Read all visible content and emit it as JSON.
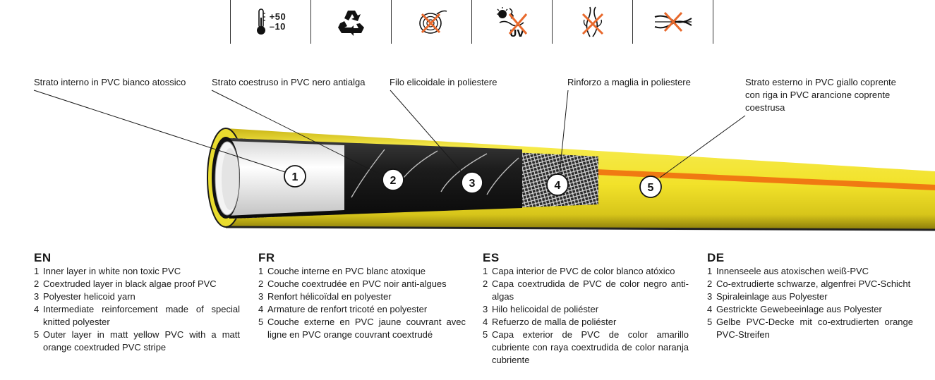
{
  "icons": [
    {
      "name": "temperature-range-icon",
      "lines": [
        "+50",
        "–10"
      ]
    },
    {
      "name": "recycle-icon"
    },
    {
      "name": "no-kinking-icon"
    },
    {
      "name": "uv-resistant-icon"
    },
    {
      "name": "no-algae-icon"
    },
    {
      "name": "no-twisting-icon"
    }
  ],
  "callouts": [
    {
      "number": "1",
      "text": "Strato interno in PVC bianco atossico"
    },
    {
      "number": "2",
      "text": "Strato coestruso in PVC nero antialga"
    },
    {
      "number": "3",
      "text": "Filo elicoidale in poliestere"
    },
    {
      "number": "4",
      "text": "Rinforzo a maglia in poliestere"
    },
    {
      "number": "5",
      "text": "Strato esterno in PVC giallo coprente con riga in PVC arancione coprente coestrusa"
    }
  ],
  "colors": {
    "outer_layer": "#f2e22a",
    "stripe": "#f07a12",
    "black_layer": "#1c1c1c",
    "inner_layer": "#f2f2f2"
  },
  "languages": [
    {
      "code": "EN",
      "items": [
        {
          "n": "1",
          "text": "Inner layer in white non toxic PVC"
        },
        {
          "n": "2",
          "text": "Coextruded layer in black algae proof PVC"
        },
        {
          "n": "3",
          "text": "Polyester helicoid yarn"
        },
        {
          "n": "4",
          "text": "Intermediate reinforcement made of special knitted polyester"
        },
        {
          "n": "5",
          "text": "Outer layer in matt yellow PVC with a matt orange coextruded PVC stripe"
        }
      ]
    },
    {
      "code": "FR",
      "items": [
        {
          "n": "1",
          "text": "Couche interne en PVC blanc atoxique"
        },
        {
          "n": "2",
          "text": "Couche coextrudée en PVC noir anti-algues"
        },
        {
          "n": "3",
          "text": "Renfort hélicoïdal en polyester"
        },
        {
          "n": "4",
          "text": "Armature de renfort tricoté en polyester"
        },
        {
          "n": "5",
          "text": "Couche externe en PVC jaune couvrant avec ligne en PVC orange couvrant coextrudé"
        }
      ]
    },
    {
      "code": "ES",
      "items": [
        {
          "n": "1",
          "text": "Capa interior de PVC de color blanco atóxico"
        },
        {
          "n": "2",
          "text": "Capa coextrudida de PVC de color negro anti-algas"
        },
        {
          "n": "3",
          "text": "Hilo helicoidal de poliéster"
        },
        {
          "n": "4",
          "text": "Refuerzo de malla de poliéster"
        },
        {
          "n": "5",
          "text": "Capa exterior de PVC de color amarillo cubriente con raya coextrudida de color naranja cubriente"
        }
      ]
    },
    {
      "code": "DE",
      "items": [
        {
          "n": "1",
          "text": "Innenseele aus atoxischen weiß-PVC"
        },
        {
          "n": "2",
          "text": "Co-extrudierte schwarze, algenfrei PVC-Schicht"
        },
        {
          "n": "3",
          "text": "Spiraleinlage aus Polyester"
        },
        {
          "n": "4",
          "text": "Gestrickte Gewebeeinlage aus Polyester"
        },
        {
          "n": "5",
          "text": "Gelbe PVC-Decke mit co-extrudierten orange PVC-Streifen"
        }
      ]
    }
  ]
}
